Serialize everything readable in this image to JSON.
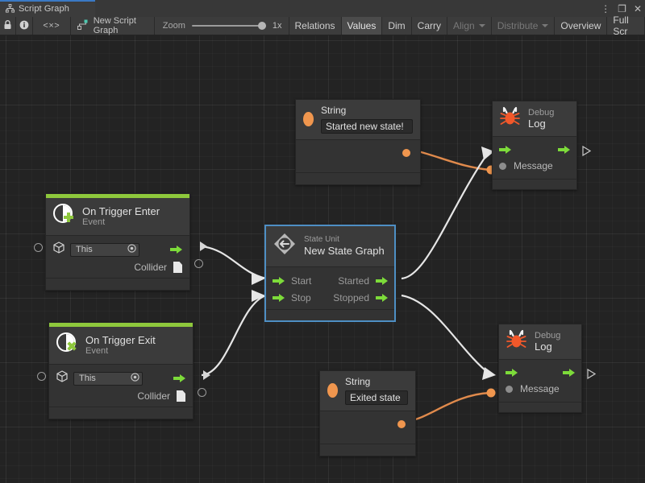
{
  "window": {
    "tab_title": "Script Graph",
    "tab_icon": "graph-icon",
    "controls": {
      "menu": "⋮",
      "maximize": "❐",
      "close": "✕"
    }
  },
  "toolbar": {
    "lock_icon": "lock-icon",
    "info_icon": "info-icon",
    "code_label": "<×>",
    "graph_name": "New Script Graph",
    "graph_icon": "script-graph-icon",
    "zoom_label": "Zoom",
    "zoom_value": "1x",
    "tools": [
      {
        "label": "Relations",
        "state": "normal",
        "caret": false
      },
      {
        "label": "Values",
        "state": "active",
        "caret": false
      },
      {
        "label": "Dim",
        "state": "normal",
        "caret": false
      },
      {
        "label": "Carry",
        "state": "normal",
        "caret": false
      },
      {
        "label": "Align",
        "state": "dim",
        "caret": true
      },
      {
        "label": "Distribute",
        "state": "dim",
        "caret": true
      },
      {
        "label": "Overview",
        "state": "normal",
        "caret": false
      },
      {
        "label": "Full Scr",
        "state": "normal",
        "caret": false
      }
    ]
  },
  "graph": {
    "nodes": {
      "string_top": {
        "title": "String",
        "value": "Started new state!",
        "icon": "string-orange-dot-icon"
      },
      "debug_log_top": {
        "subtitle": "Debug",
        "title": "Log",
        "icon": "bug-icon",
        "message_port": "Message"
      },
      "on_trigger_enter": {
        "title": "On Trigger Enter",
        "subtitle": "Event",
        "icon": "event-plus-icon",
        "target_value": "This",
        "collider_label": "Collider"
      },
      "on_trigger_exit": {
        "title": "On Trigger Exit",
        "subtitle": "Event",
        "icon": "event-cross-icon",
        "target_value": "This",
        "collider_label": "Collider"
      },
      "state_unit": {
        "subtitle": "State Unit",
        "title": "New  State  Graph",
        "icon": "state-unit-icon",
        "in_start": "Start",
        "in_stop": "Stop",
        "out_started": "Started",
        "out_stopped": "Stopped"
      },
      "string_bottom": {
        "title": "String",
        "value": "Exited state",
        "icon": "string-orange-dot-icon"
      },
      "debug_log_bottom": {
        "subtitle": "Debug",
        "title": "Log",
        "icon": "bug-icon",
        "message_port": "Message"
      }
    },
    "colors": {
      "event_accent": "#8ec83c",
      "flow_port": "#7ddb3a",
      "value_port": "#f0964e",
      "value_edge": "#e08a4c",
      "flow_edge": "#e6e6e6",
      "selection": "#4e8fc4",
      "node_body": "#333333",
      "node_header": "#3b3b3b",
      "canvas": "#232323"
    }
  }
}
